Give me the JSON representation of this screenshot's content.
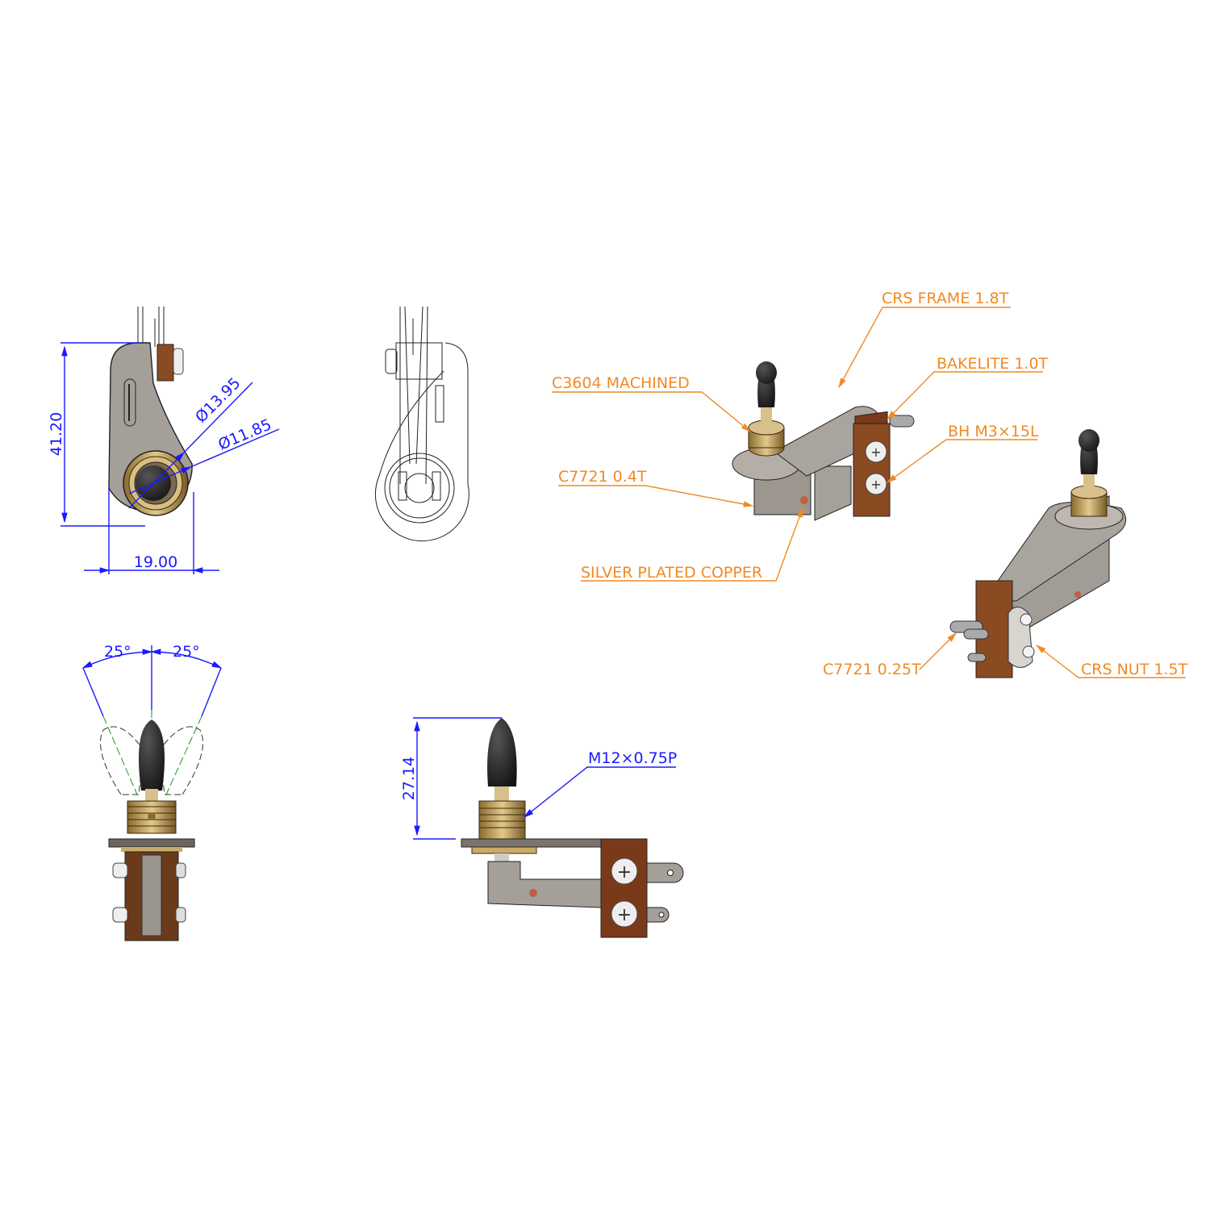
{
  "drawing": {
    "title": "3-way toggle switch technical drawing",
    "colors": {
      "dimension": "#1a1aff",
      "callout": "#f08a24",
      "centerline": "#1a9a1a",
      "frame": "#a29c96",
      "brass": "#c8aa6a",
      "bakelite": "#7a3a1a",
      "knob": "#2a2a2a"
    }
  },
  "top_view": {
    "height_dim": "41.20",
    "width_dim": "19.00",
    "outer_dia": "Ø13.95",
    "inner_dia": "Ø11.85"
  },
  "front_view": {
    "angle_left": "25°",
    "angle_right": "25°"
  },
  "side_view": {
    "height_dim": "27.14",
    "thread_callout": "M12×0.75P"
  },
  "callouts": {
    "c3604": "C3604 MACHINED",
    "crs_frame": "CRS FRAME 1.8T",
    "bakelite": "BAKELITE 1.0T",
    "bh_screw": "BH M3×15L",
    "c7721_04": "C7721 0.4T",
    "silver_copper": "SILVER PLATED COPPER",
    "c7721_025": "C7721 0.25T",
    "crs_nut": "CRS NUT 1.5T"
  }
}
